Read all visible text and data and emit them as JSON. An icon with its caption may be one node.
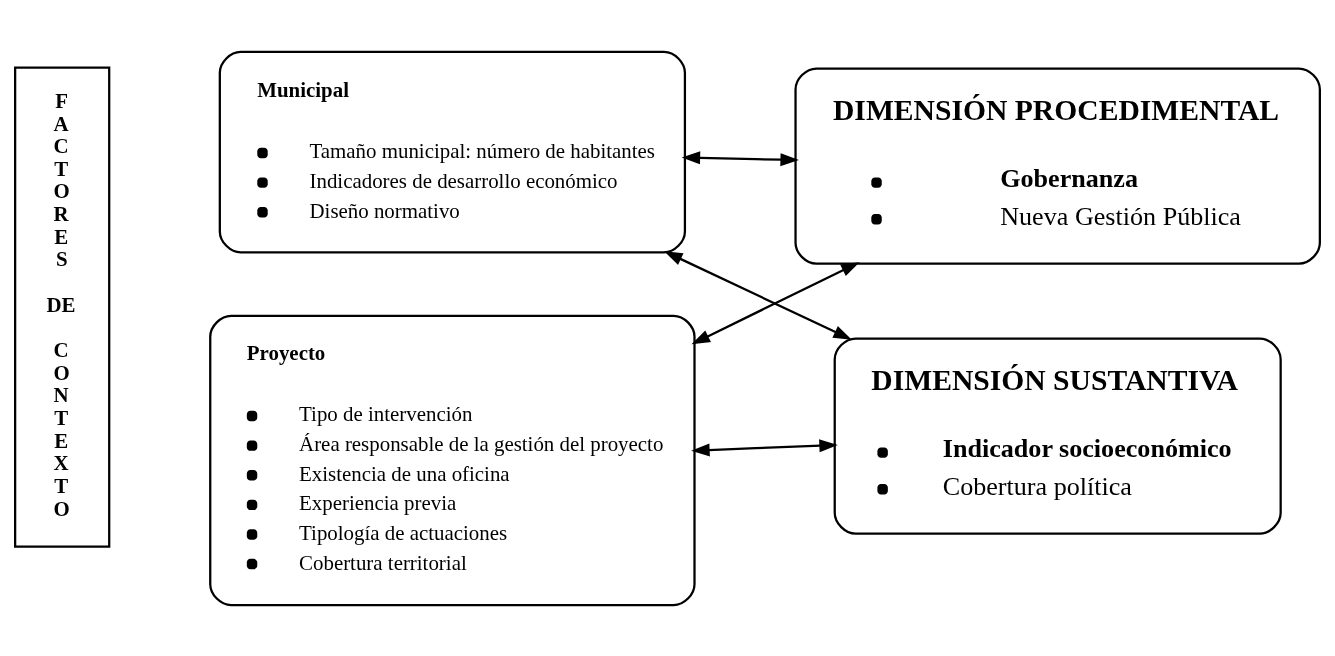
{
  "diagram": {
    "nodes": [
      {
        "text": [
          "FACTORES DE CONTEXTO"
        ]
      },
      {
        "text": [
          "Municipal",
          "Tamaño municipal: número de habitantes",
          "Indicadores de desarrollo económico",
          "Diseño normativo"
        ]
      },
      {
        "text": [
          "Proyecto",
          "Tipo de intervención",
          "Área responsable de la gestión del proyecto",
          "Existencia de una oficina",
          "Experiencia previa",
          "Tipología de actuaciones",
          "Cobertura territorial"
        ]
      },
      {
        "text": [
          "DIMENSIÓN PROCEDIMENTAL",
          "Gobernanza",
          "Nueva Gestión Pública"
        ]
      },
      {
        "text": [
          "DIMENSIÓN SUSTANTIVA",
          "Indicador socioeconómico",
          "Cobertura política"
        ]
      }
    ],
    "edges": [
      {
        "from": 1,
        "to": 3,
        "arrow": "both"
      },
      {
        "from": 1,
        "to": 4,
        "arrow": "both"
      },
      {
        "from": 2,
        "to": 3,
        "arrow": "both"
      },
      {
        "from": 2,
        "to": 4,
        "arrow": "both"
      }
    ]
  }
}
